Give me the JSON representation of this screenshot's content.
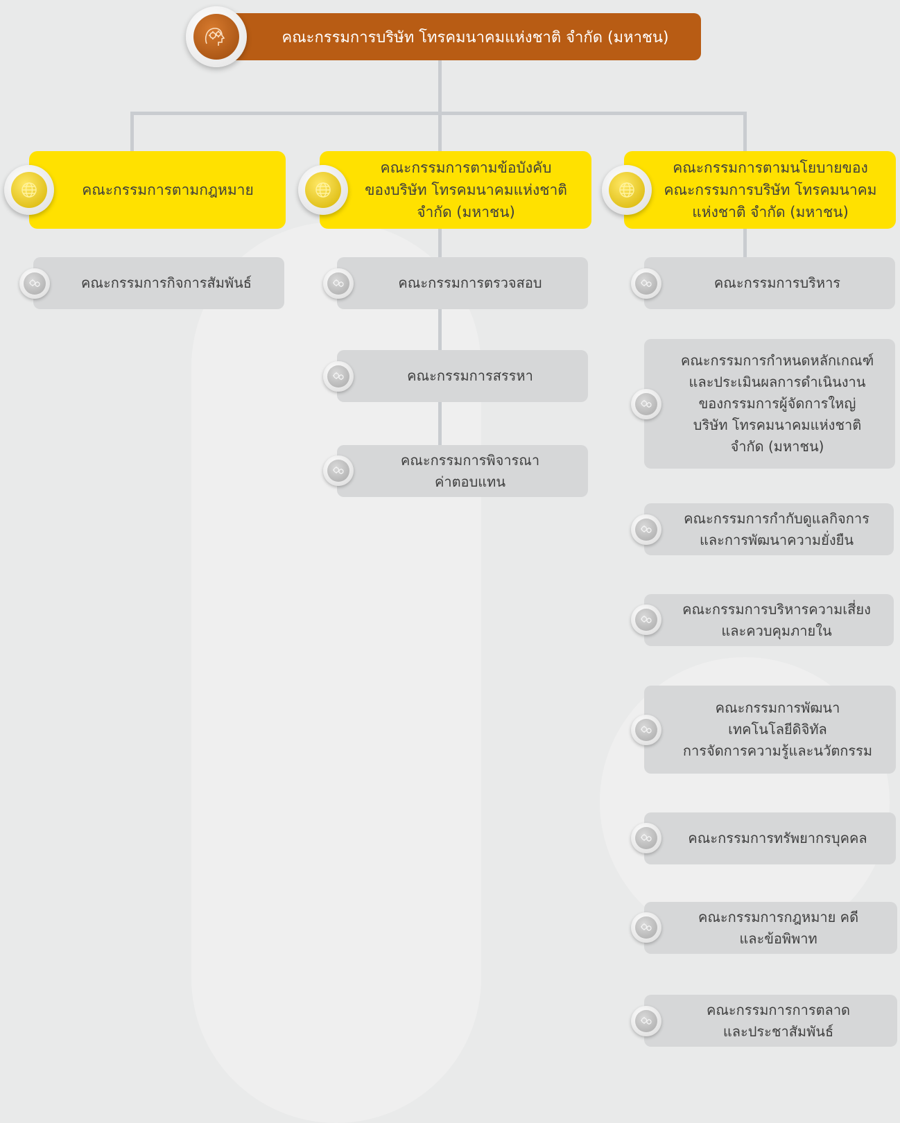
{
  "top": {
    "label": "คณะกรรมการบริษัท โทรคมนาคมแห่งชาติ จำกัด (มหาชน)",
    "icon": "brain-gears-icon"
  },
  "columns": [
    {
      "label": "คณะกรรมการตามกฎหมาย",
      "icon": "globe-gear-icon",
      "children": [
        "คณะกรรมการกิจการสัมพันธ์"
      ]
    },
    {
      "label": "คณะกรรมการตามข้อบังคับ\nของบริษัท โทรคมนาคมแห่งชาติ\nจำกัด (มหาชน)",
      "icon": "globe-gear-icon",
      "children": [
        "คณะกรรมการตรวจสอบ",
        "คณะกรรมการสรรหา",
        "คณะกรรมการพิจารณา\nค่าตอบแทน"
      ]
    },
    {
      "label": "คณะกรรมการตามนโยบายของ\nคณะกรรมการบริษัท โทรคมนาคม\nแห่งชาติ จำกัด (มหาชน)",
      "icon": "globe-gear-icon",
      "children": [
        "คณะกรรมการบริหาร",
        "คณะกรรมการกำหนดหลักเกณฑ์\nและประเมินผลการดำเนินงาน\nของกรรมการผู้จัดการใหญ่\nบริษัท โทรคมนาคมแห่งชาติ\nจำกัด (มหาชน)",
        "คณะกรรมการกำกับดูแลกิจการ\nและการพัฒนาความยั่งยืน",
        "คณะกรรมการบริหารความเสี่ยง\nและควบคุมภายใน",
        "คณะกรรมการพัฒนา\nเทคโนโลยีดิจิทัล\nการจัดการความรู้และนวัตกรรม",
        "คณะกรรมการทรัพยากรบุคคล",
        "คณะกรรมการกฎหมาย คดี\nและข้อพิพาท",
        "คณะกรรมการการตลาด\nและประชาสัมพันธ์"
      ]
    }
  ],
  "child_icon": "gears-icon",
  "colors": {
    "top": "#b85c14",
    "level1": "#ffe100",
    "level2": "#d6d7d8",
    "connector": "#c9ccd0",
    "background": "#e9eaea"
  }
}
